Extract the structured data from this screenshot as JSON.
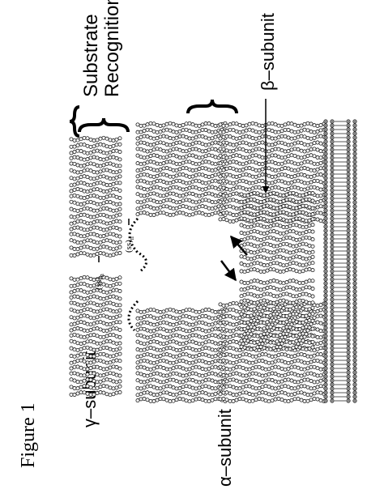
{
  "figure_title": "Figure 1",
  "labels": {
    "gamma_subunit": "γ–subunit",
    "alpha_subunit": "α–subunit",
    "beta_subunit": "β–subunit",
    "substrate_line1": "Substrate",
    "substrate_line2": "Recognition",
    "disulfide_1": "(ss)",
    "disulfide_2": "(ss)",
    "disulfide_sub": "n"
  },
  "colors": {
    "ink": "#000000",
    "bead_fill": "#f4f4f4",
    "membrane": "#555555"
  }
}
